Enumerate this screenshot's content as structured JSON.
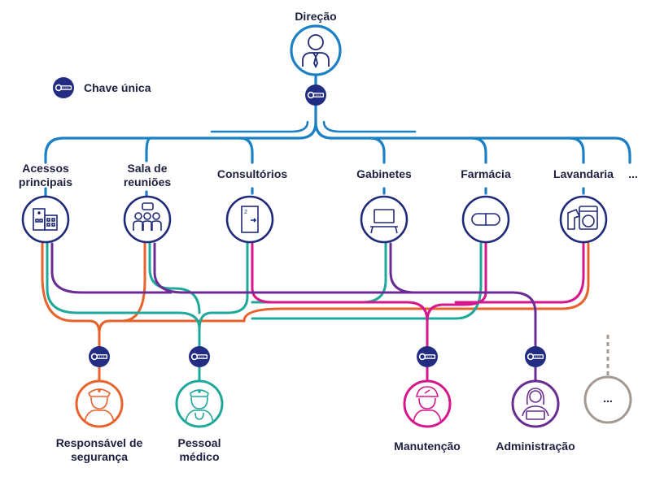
{
  "title": "Direção",
  "legend": {
    "label": "Chave única",
    "icon": "key-icon"
  },
  "areas": [
    {
      "id": "acessos",
      "label_lines": [
        "Acessos",
        "principais"
      ],
      "icon": "hospital-building-icon"
    },
    {
      "id": "sala",
      "label_lines": [
        "Sala de",
        "reuniões"
      ],
      "icon": "meeting-people-icon"
    },
    {
      "id": "consultorios",
      "label_lines": [
        "Consultórios"
      ],
      "icon": "door-icon"
    },
    {
      "id": "gabinetes",
      "label_lines": [
        "Gabinetes"
      ],
      "icon": "laptop-icon"
    },
    {
      "id": "farmacia",
      "label_lines": [
        "Farmácia"
      ],
      "icon": "pill-icon"
    },
    {
      "id": "lavandaria",
      "label_lines": [
        "Lavandaria"
      ],
      "icon": "washing-machine-icon"
    },
    {
      "id": "more",
      "label_lines": [
        "..."
      ]
    }
  ],
  "roles": [
    {
      "id": "seguranca",
      "label_lines": [
        "Responsável de",
        "segurança"
      ],
      "color": "#e8622c",
      "icon": "security-guard-icon"
    },
    {
      "id": "medico",
      "label_lines": [
        "Pessoal",
        "médico"
      ],
      "color": "#1fa89b",
      "icon": "nurse-icon"
    },
    {
      "id": "manutencao",
      "label_lines": [
        "Manutenção"
      ],
      "color": "#d6168c",
      "icon": "maintenance-worker-icon"
    },
    {
      "id": "administracao",
      "label_lines": [
        "Administração"
      ],
      "color": "#6a2c91",
      "icon": "office-worker-icon"
    },
    {
      "id": "more",
      "label_lines": [
        "..."
      ],
      "color": "#a39a92"
    }
  ],
  "colors": {
    "tree_blue": "#1b80c4",
    "circle_stroke": "#1f2a7a",
    "key_badge": "#222c82",
    "text": "#1d1f3f"
  }
}
